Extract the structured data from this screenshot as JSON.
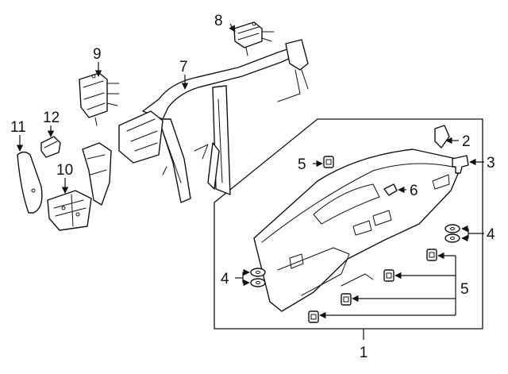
{
  "diagram": {
    "callouts": [
      {
        "id": "1",
        "text": "1"
      },
      {
        "id": "2",
        "text": "2"
      },
      {
        "id": "3",
        "text": "3"
      },
      {
        "id": "4a",
        "text": "4"
      },
      {
        "id": "4b",
        "text": "4"
      },
      {
        "id": "5a",
        "text": "5"
      },
      {
        "id": "5b",
        "text": "5"
      },
      {
        "id": "6",
        "text": "6"
      },
      {
        "id": "7",
        "text": "7"
      },
      {
        "id": "8",
        "text": "8"
      },
      {
        "id": "9",
        "text": "9"
      },
      {
        "id": "10",
        "text": "10"
      },
      {
        "id": "11",
        "text": "11"
      },
      {
        "id": "12",
        "text": "12"
      }
    ],
    "parts": [
      {
        "callout": "1",
        "name": "instrument-panel"
      },
      {
        "callout": "2",
        "name": "clip"
      },
      {
        "callout": "3",
        "name": "clip"
      },
      {
        "callout": "4",
        "name": "washer"
      },
      {
        "callout": "5",
        "name": "nut"
      },
      {
        "callout": "6",
        "name": "clip"
      },
      {
        "callout": "7",
        "name": "reinforcement-beam"
      },
      {
        "callout": "8",
        "name": "bracket"
      },
      {
        "callout": "9",
        "name": "bracket"
      },
      {
        "callout": "10",
        "name": "bracket"
      },
      {
        "callout": "11",
        "name": "end-cover"
      },
      {
        "callout": "12",
        "name": "clip"
      }
    ]
  }
}
